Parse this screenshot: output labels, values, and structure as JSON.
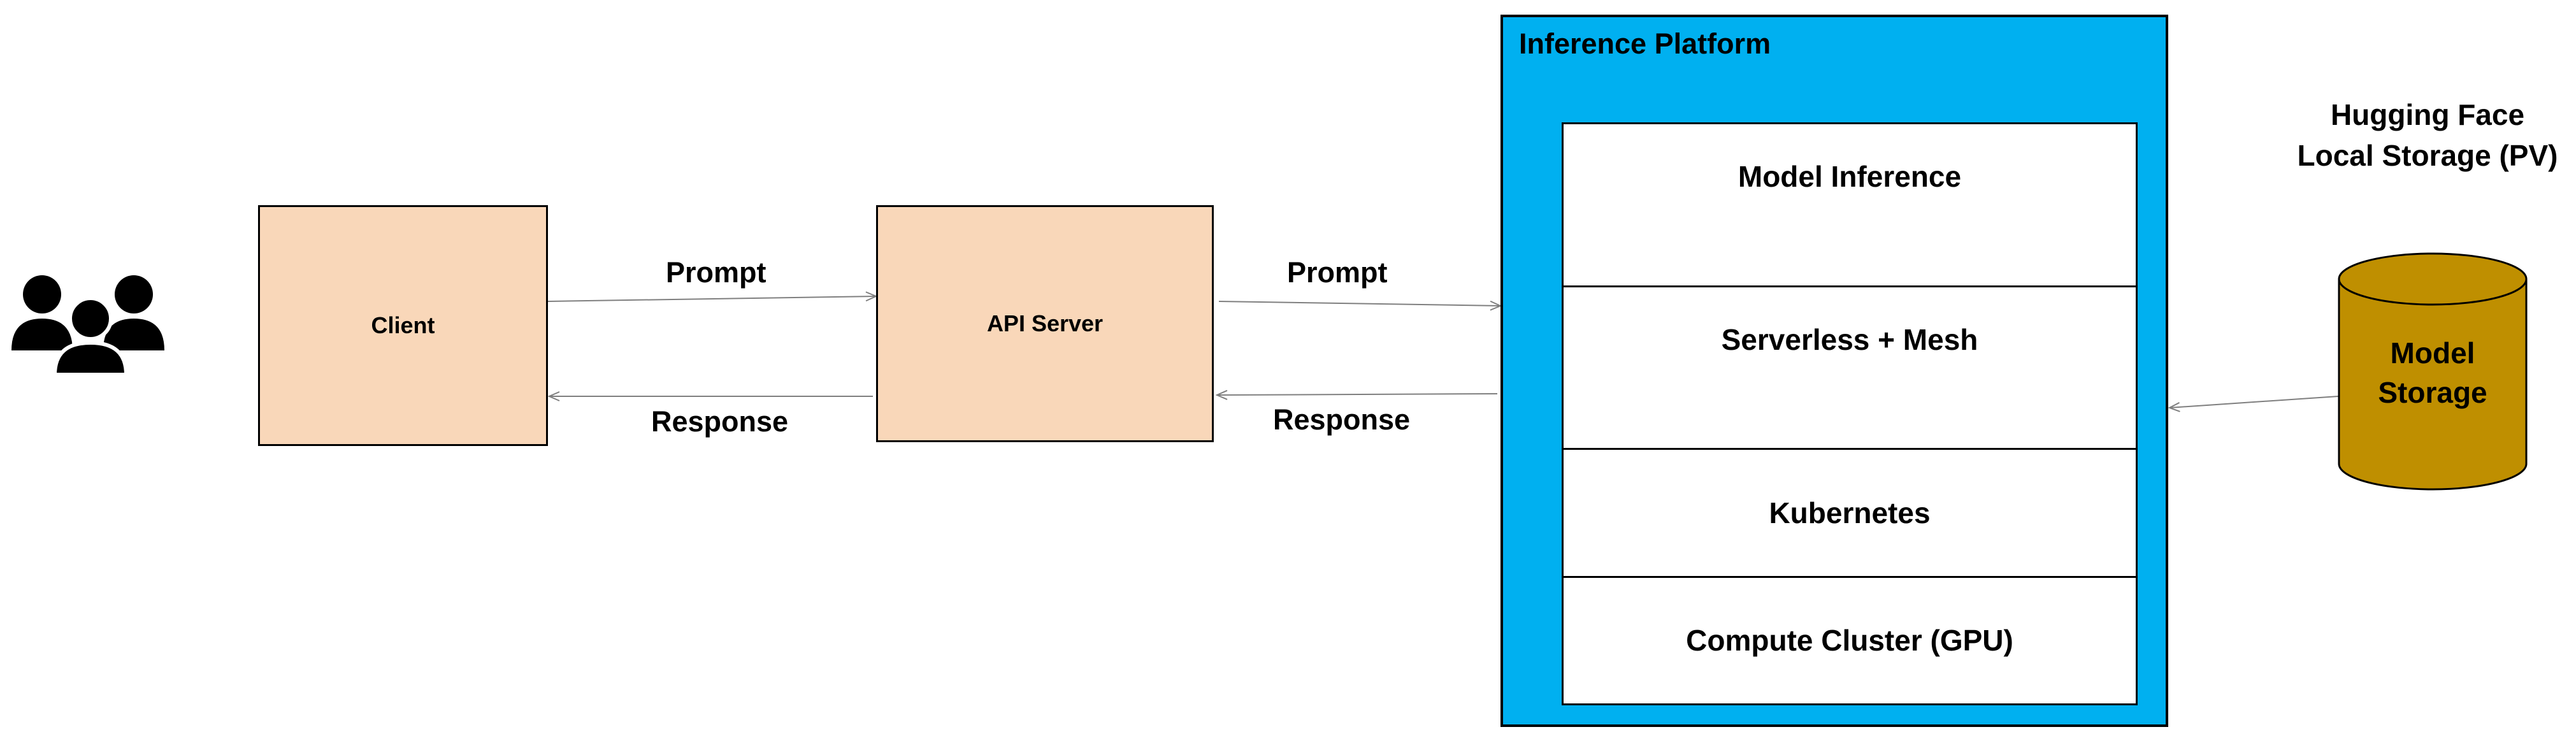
{
  "diagram": {
    "users_icon": "users-group-icon",
    "client": {
      "label": "Client"
    },
    "api_server": {
      "label": "API Server"
    },
    "edges": {
      "client_to_api": "Prompt",
      "api_to_client": "Response",
      "api_to_platform": "Prompt",
      "platform_to_api": "Response"
    },
    "platform": {
      "title": "Inference Platform",
      "layers": [
        "Model Inference",
        "Serverless + Mesh",
        "Kubernetes",
        "Compute Cluster (GPU)"
      ]
    },
    "storage": {
      "caption_line1": "Hugging Face",
      "caption_line2": "Local Storage (PV)",
      "label_line1": "Model",
      "label_line2": "Storage"
    },
    "colors": {
      "node_fill": "#f9d7b9",
      "platform_fill": "#00b0f0",
      "storage_fill": "#bf8f00",
      "arrow": "#7f7f7f"
    }
  }
}
